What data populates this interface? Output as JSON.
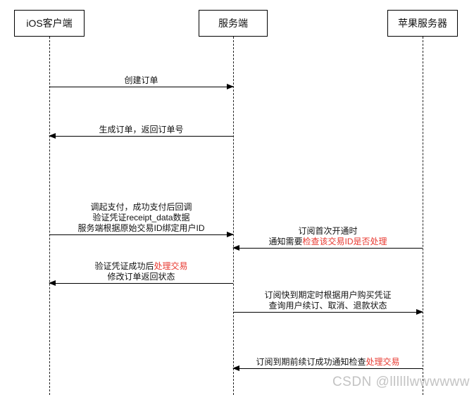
{
  "actors": [
    {
      "label": "iOS客户端"
    },
    {
      "label": "服务端"
    },
    {
      "label": "苹果服务器"
    }
  ],
  "messages": [
    {
      "from": "iOS客户端",
      "to": "服务端",
      "direction": "right",
      "lines": [
        {
          "segments": [
            {
              "text": "创建订单",
              "emphasis": "normal"
            }
          ]
        }
      ]
    },
    {
      "from": "服务端",
      "to": "iOS客户端",
      "direction": "left",
      "lines": [
        {
          "segments": [
            {
              "text": "生成订单，返回订单号",
              "emphasis": "normal"
            }
          ]
        }
      ]
    },
    {
      "from": "iOS客户端",
      "to": "服务端",
      "direction": "right",
      "lines": [
        {
          "segments": [
            {
              "text": "调起支付，成功支付后回调",
              "emphasis": "normal"
            }
          ]
        },
        {
          "segments": [
            {
              "text": "验证凭证receipt_data数据",
              "emphasis": "normal"
            }
          ]
        },
        {
          "segments": [
            {
              "text": "服务端根据原始交易ID绑定用户ID",
              "emphasis": "normal"
            }
          ]
        }
      ]
    },
    {
      "from": "苹果服务器",
      "to": "服务端",
      "direction": "left",
      "lines": [
        {
          "segments": [
            {
              "text": "订阅首次开通时",
              "emphasis": "normal"
            }
          ]
        },
        {
          "segments": [
            {
              "text": "通知需要",
              "emphasis": "normal"
            },
            {
              "text": "检查该交易ID是否处理",
              "emphasis": "red"
            }
          ]
        }
      ]
    },
    {
      "from": "服务端",
      "to": "iOS客户端",
      "direction": "left",
      "lines": [
        {
          "segments": [
            {
              "text": "验证凭证成功后",
              "emphasis": "normal"
            },
            {
              "text": "处理交易",
              "emphasis": "red"
            }
          ]
        },
        {
          "segments": [
            {
              "text": "修改订单返回状态",
              "emphasis": "normal"
            }
          ]
        }
      ]
    },
    {
      "from": "服务端",
      "to": "苹果服务器",
      "direction": "right",
      "lines": [
        {
          "segments": [
            {
              "text": "订阅快到期定时根据用户购买凭证",
              "emphasis": "normal"
            }
          ]
        },
        {
          "segments": [
            {
              "text": "查询用户续订、取消、退款状态",
              "emphasis": "normal"
            }
          ]
        }
      ]
    },
    {
      "from": "苹果服务器",
      "to": "服务端",
      "direction": "left",
      "lines": [
        {
          "segments": [
            {
              "text": "订阅到期前续订成功通知检查",
              "emphasis": "normal"
            },
            {
              "text": "处理交易",
              "emphasis": "red"
            }
          ]
        }
      ]
    }
  ],
  "watermark": "CSDN @llllllwwwwww",
  "colors": {
    "line": "#000000",
    "text": "#111111",
    "highlight_red": "#e8382f",
    "watermark": "#c3c3c3",
    "background": "#ffffff"
  }
}
